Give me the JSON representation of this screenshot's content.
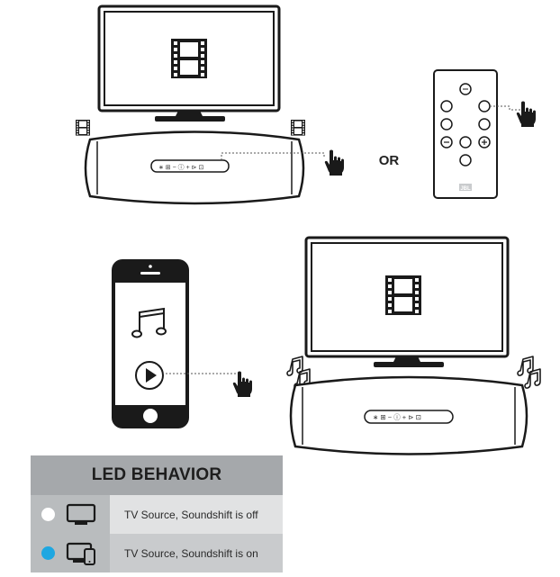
{
  "or_label": "OR",
  "remote_brand": "JBL",
  "led_table": {
    "header": "LED BEHAVIOR",
    "rows": [
      {
        "led_color": "#ffffff",
        "icon": "tv-icon",
        "text": "TV Source, Soundshift is off"
      },
      {
        "led_color": "#1ea7e1",
        "icon": "tv-and-phone-icon",
        "text": "TV Source, Soundshift is on"
      }
    ]
  },
  "colors": {
    "outline": "#1a1a1a",
    "table_header": "#a5a8ab",
    "led_on": "#1ea7e1"
  }
}
